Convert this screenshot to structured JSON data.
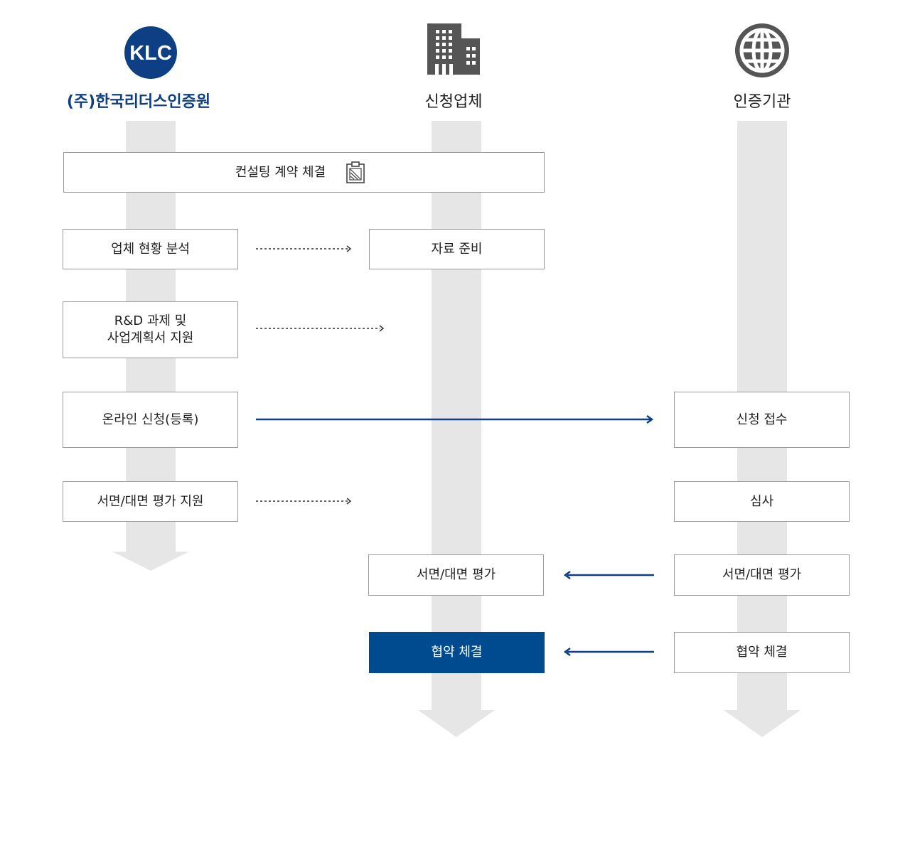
{
  "columns": {
    "klc": {
      "logo_text": "KLC",
      "title": "(주)한국리더스인증원"
    },
    "applicant": {
      "icon": "building-icon",
      "title": "신청업체"
    },
    "cert_body": {
      "icon": "globe-icon",
      "title": "인증기관"
    }
  },
  "steps": {
    "contract": {
      "label": "컨설팅 계약 체결",
      "icon": "clipboard-icon"
    },
    "analysis": "업체 현황 분석",
    "prep": "자료 준비",
    "rnd": {
      "line1": "R&D 과제 및",
      "line2": "사업계획서 지원"
    },
    "online": "온라인 신청(등록)",
    "receipt": "신청 접수",
    "eval_support": "서면/대면 평가 지원",
    "review": "심사",
    "eval_applicant": "서면/대면 평가",
    "eval_cert": "서면/대면 평가",
    "agreement_applicant": "협약 체결",
    "agreement_cert": "협약 체결"
  },
  "colors": {
    "brand": "#0e3f85",
    "accent": "#004b8f",
    "lane": "#e6e6e6",
    "icon": "#555555",
    "border": "#9a9a9a"
  }
}
